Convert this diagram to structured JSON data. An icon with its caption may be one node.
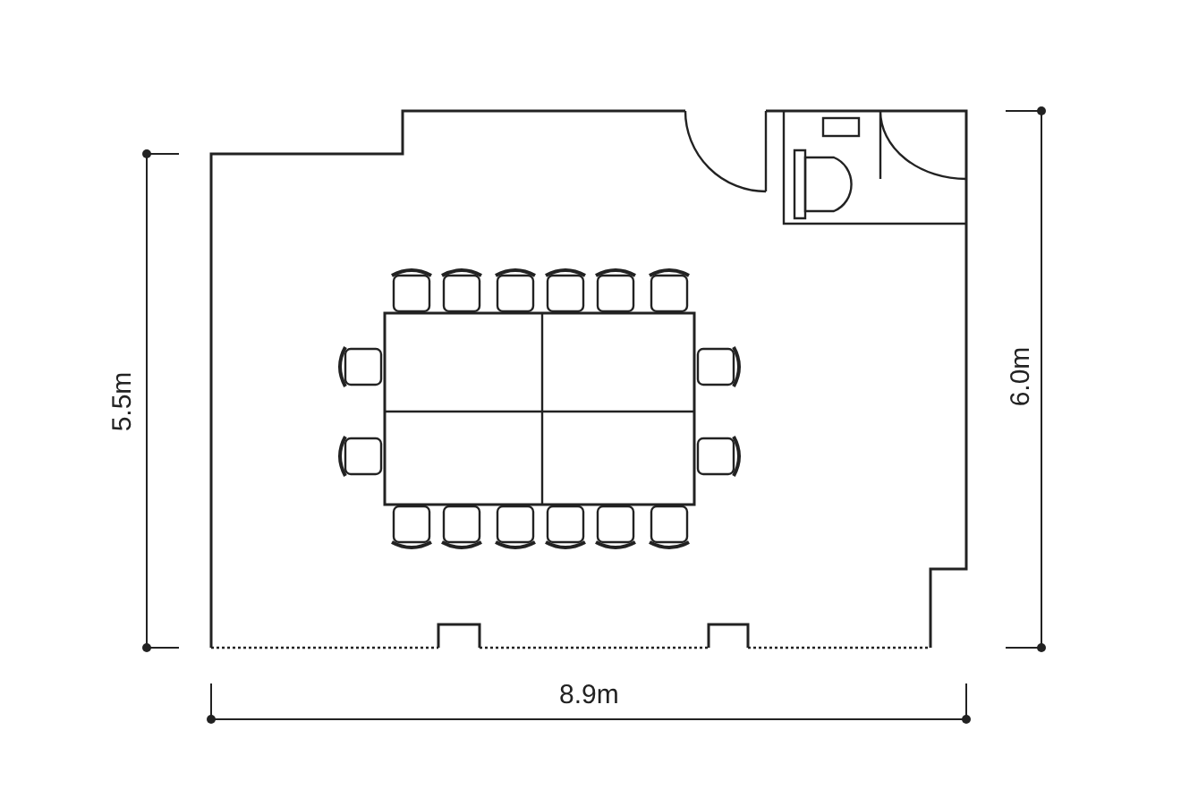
{
  "diagram": {
    "labels": [
      "5.5m",
      "6.0m",
      "8.9m"
    ]
  }
}
